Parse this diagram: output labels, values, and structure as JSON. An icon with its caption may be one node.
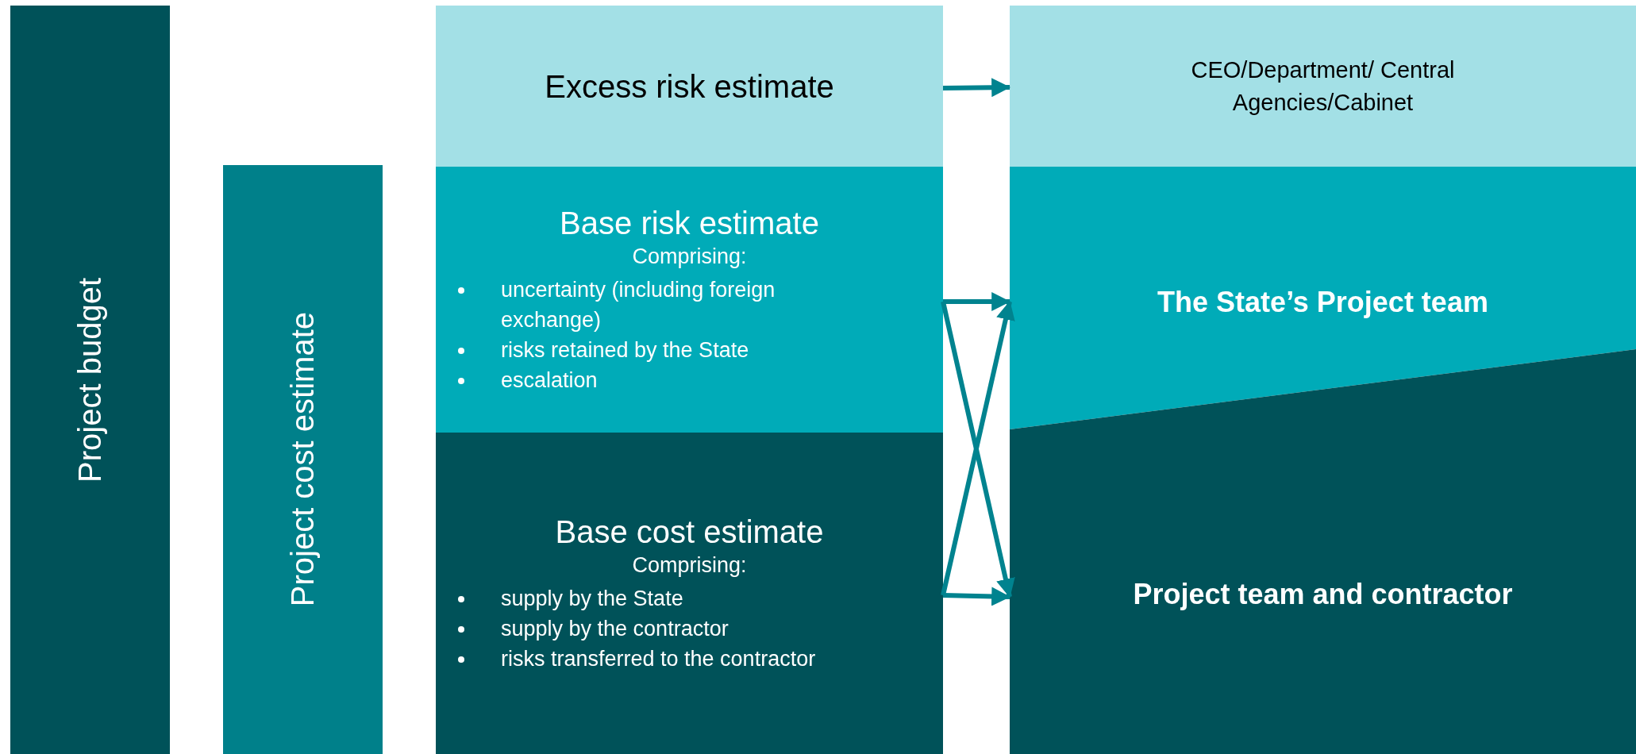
{
  "diagram": {
    "nodes": [
      {
        "text": [
          "Project budget"
        ]
      },
      {
        "text": [
          "Project cost estimate"
        ]
      },
      {
        "text": [
          "Excess risk estimate"
        ]
      },
      {
        "text": [
          "Base risk estimate",
          "Comprising:",
          "uncertainty (including foreign exchange)",
          "risks retained by the State",
          "escalation"
        ]
      },
      {
        "text": [
          "Base cost estimate",
          "Comprising:",
          "supply by the State",
          "supply by the contractor",
          "risks transferred to the contractor"
        ]
      },
      {
        "text": [
          "CEO/Department/ Central Agencies/Cabinet"
        ]
      },
      {
        "text": [
          "The State’s Project team"
        ]
      },
      {
        "text": [
          "Project team and contractor"
        ]
      }
    ],
    "edges": [
      {
        "from": 2,
        "to": 5,
        "arrow": "to"
      },
      {
        "from": 3,
        "to": 6,
        "arrow": "to"
      },
      {
        "from": 3,
        "to": 7,
        "arrow": "to"
      },
      {
        "from": 4,
        "to": 6,
        "arrow": "to"
      },
      {
        "from": 4,
        "to": 7,
        "arrow": "to"
      }
    ]
  }
}
